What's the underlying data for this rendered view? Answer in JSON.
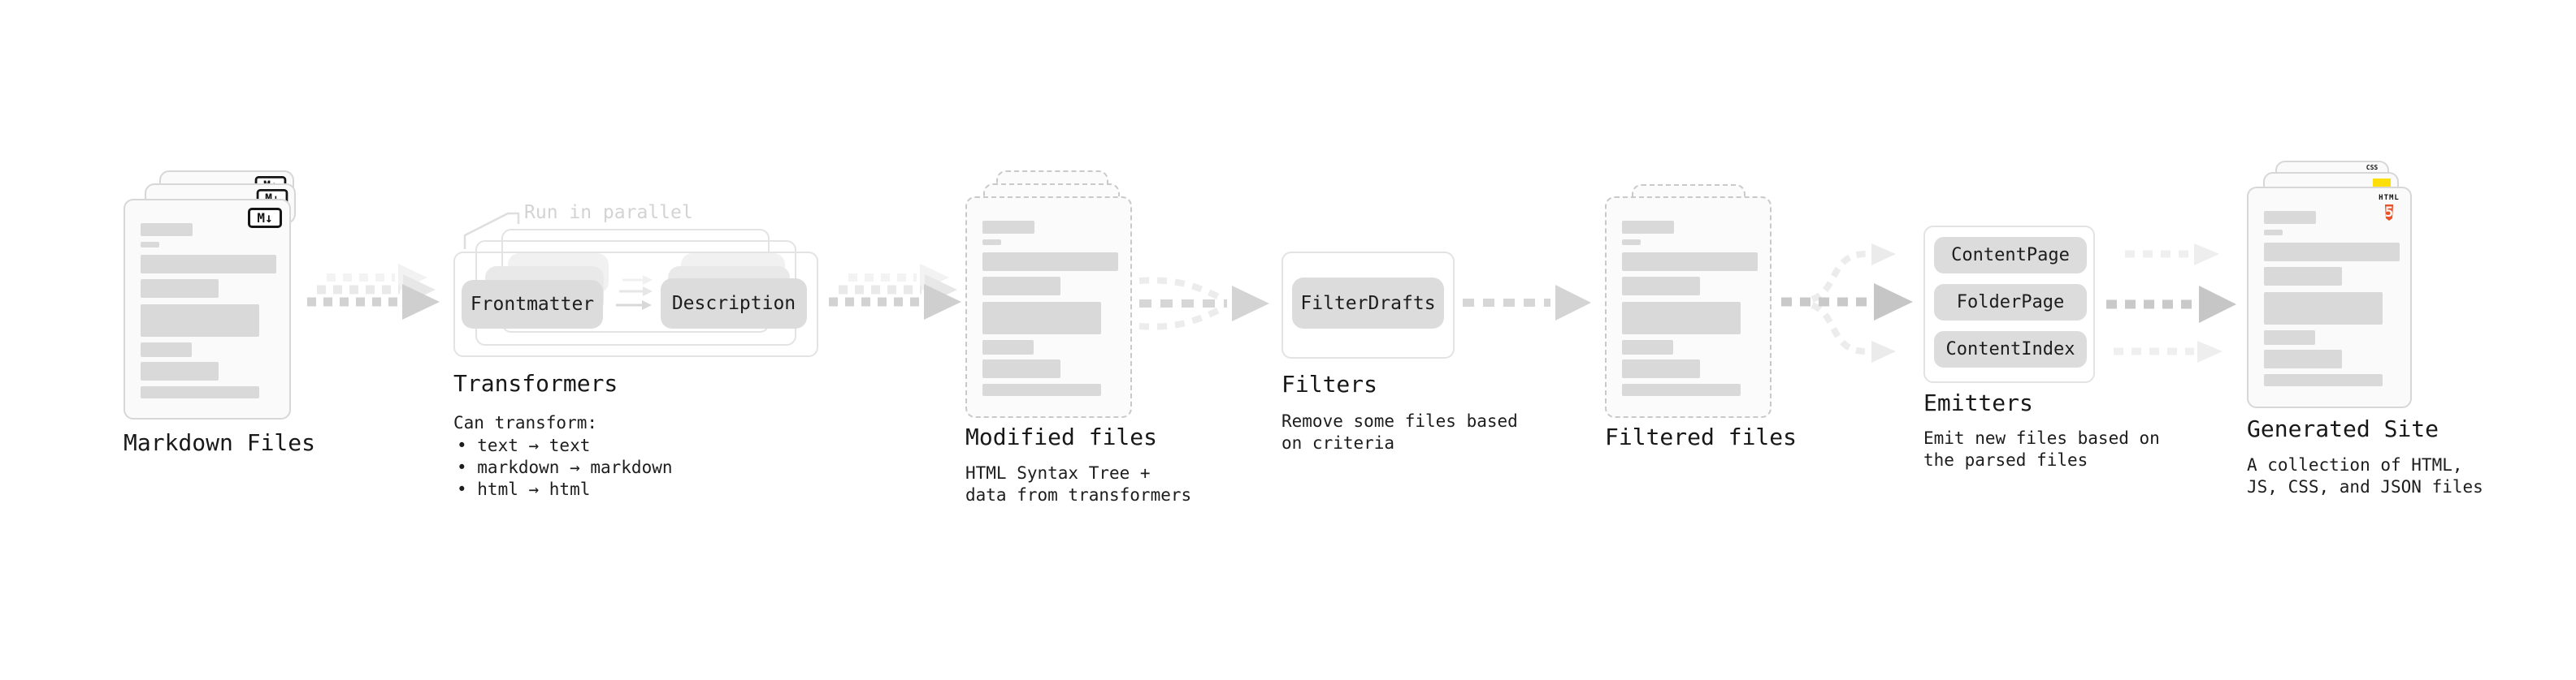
{
  "nodes": {
    "markdown": {
      "title": "Markdown Files",
      "badge": "M↓"
    },
    "transformers": {
      "title": "Transformers",
      "note": "Run in parallel",
      "button_frontmatter": "Frontmatter",
      "button_description": "Description",
      "desc_heading": "Can transform:",
      "bullets": [
        "• text → text",
        "• markdown → markdown",
        "• html → html"
      ]
    },
    "modified": {
      "title": "Modified files",
      "desc": "HTML Syntax Tree +\ndata from transformers"
    },
    "filters": {
      "title": "Filters",
      "button": "FilterDrafts",
      "desc": "Remove some files based\non criteria"
    },
    "filtered": {
      "title": "Filtered files"
    },
    "emitters": {
      "title": "Emitters",
      "buttons": [
        "ContentPage",
        "FolderPage",
        "ContentIndex"
      ],
      "desc": "Emit new files based on\nthe parsed files"
    },
    "generated": {
      "title": "Generated Site",
      "desc": "A collection of HTML,\nJS, CSS, and JSON files",
      "badges": {
        "css": "CSS",
        "html": "HTML",
        "html_number": "5"
      }
    }
  },
  "colors": {
    "html5_orange": "#e8532a",
    "js_yellow": "#ffdf0a",
    "css_blue": "#2e6cf6",
    "bar_gray": "#d9d9d9",
    "arrow_gray": "#c9c9c9"
  }
}
